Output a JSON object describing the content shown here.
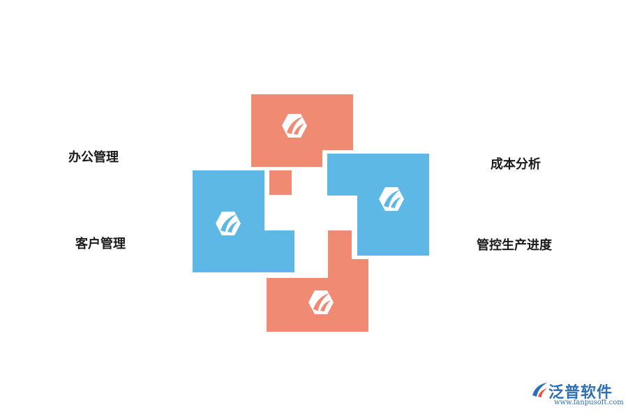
{
  "labels": {
    "office": "办公管理",
    "customer": "客户管理",
    "cost": "成本分析",
    "progress": "管控生产进度"
  },
  "brand": {
    "name": "泛普软件",
    "url": "www.fanpusoft.com"
  },
  "colors": {
    "salmon": "#F08A72",
    "blue": "#5DB8E6",
    "logo": "#ffffff",
    "brand": "#2C6FB6"
  },
  "icons": {
    "quadrant": "hexagon-leaf-logo",
    "brand": "fanpu-logo"
  }
}
